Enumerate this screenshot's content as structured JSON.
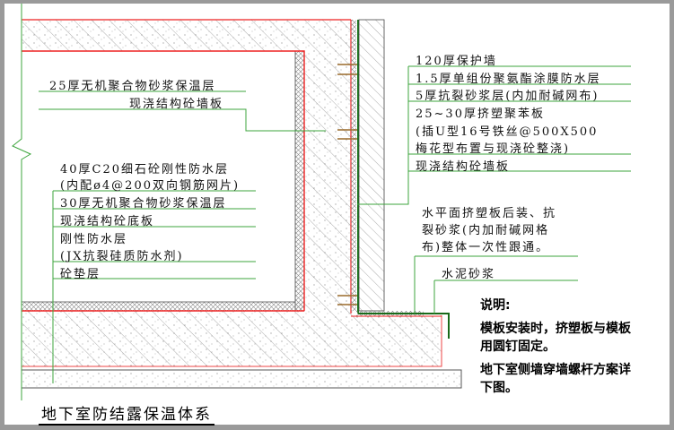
{
  "title": "地下室防结露保温体系",
  "labels_left_top": [
    "25厚无机聚合物砂浆保温层",
    "现浇结构砼墙板"
  ],
  "labels_left_bottom": [
    "40厚C20细石砼刚性防水层",
    "(内配ø4@200双向钢筋网片)",
    "30厚无机聚合物砂浆保温层",
    "现浇结构砼底板",
    "刚性防水层",
    "(JX抗裂硅质防水剂)",
    "砼垫层"
  ],
  "labels_right": [
    "120厚保护墙",
    "1.5厚单组份聚氨酯涂膜防水层",
    "5厚抗裂砂浆层(内加耐碱网布)",
    "25~30厚挤塑聚苯板",
    "(插U型16号铁丝@500X500",
    "梅花型布置与现浇砼整浇)",
    "现浇结构砼墙板"
  ],
  "label_horizontal": [
    "水平面挤塑板后装、抗",
    "裂砂浆(内加耐碱网格",
    "布)整体一次性跟通。"
  ],
  "label_mortar": "水泥砂浆",
  "notes": {
    "heading": "说明:",
    "line1": "模板安装时，挤塑板与模板",
    "line2": "用圆钉固定。",
    "line3": "地下室侧墙穿墙螺杆方案详",
    "line4": "下图。"
  },
  "colors": {
    "leader": "#3da53d",
    "waterproof": "#ee2222",
    "rebar": "#9a6a2a",
    "outline": "#333333"
  }
}
